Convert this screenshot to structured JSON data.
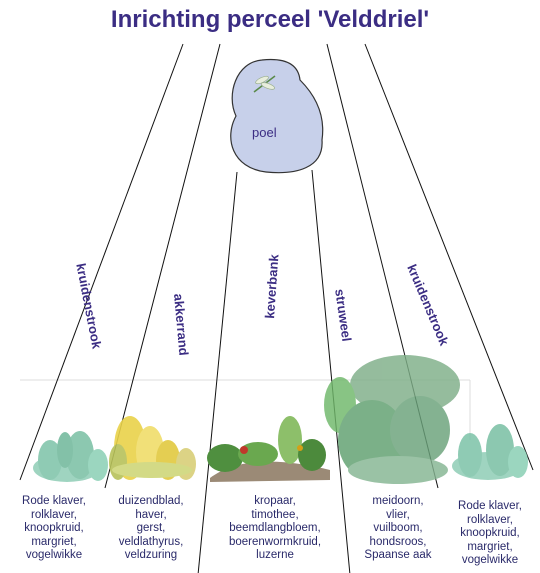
{
  "title": "Inrichting perceel 'Velddriel'",
  "poel": {
    "label": "poel",
    "icon": "dragonfly-icon"
  },
  "zones": [
    {
      "label": "kruidenstrook",
      "plants": [
        "Rode klaver,",
        "rolklaver,",
        "knoopkruid,",
        "margriet,",
        "vogelwikke"
      ]
    },
    {
      "label": "akkerrand",
      "plants": [
        "duizendblad,",
        "haver,",
        "gerst,",
        "veldlathyrus,",
        "veldzuring"
      ]
    },
    {
      "label": "keverbank",
      "plants": [
        "kropaar,",
        "timothee,",
        "beemdlangbloem,",
        "boerenwormkruid,",
        "luzerne"
      ]
    },
    {
      "label": "struweel",
      "plants": [
        "meidoorn,",
        "vlier,",
        "vuilboom,",
        "hondsroos,",
        "Spaanse aak"
      ]
    },
    {
      "label": "kruidenstrook",
      "plants": [
        "Rode klaver,",
        "rolklaver,",
        "knoopkruid,",
        "margriet,",
        "vogelwikke"
      ]
    }
  ],
  "colors": {
    "title": "#3b2d83",
    "line": "#111111",
    "water": "#c7d0ea",
    "grass": "#7cc2a8",
    "yellow": "#e9d24a",
    "shrub": "#5f9f6e"
  }
}
